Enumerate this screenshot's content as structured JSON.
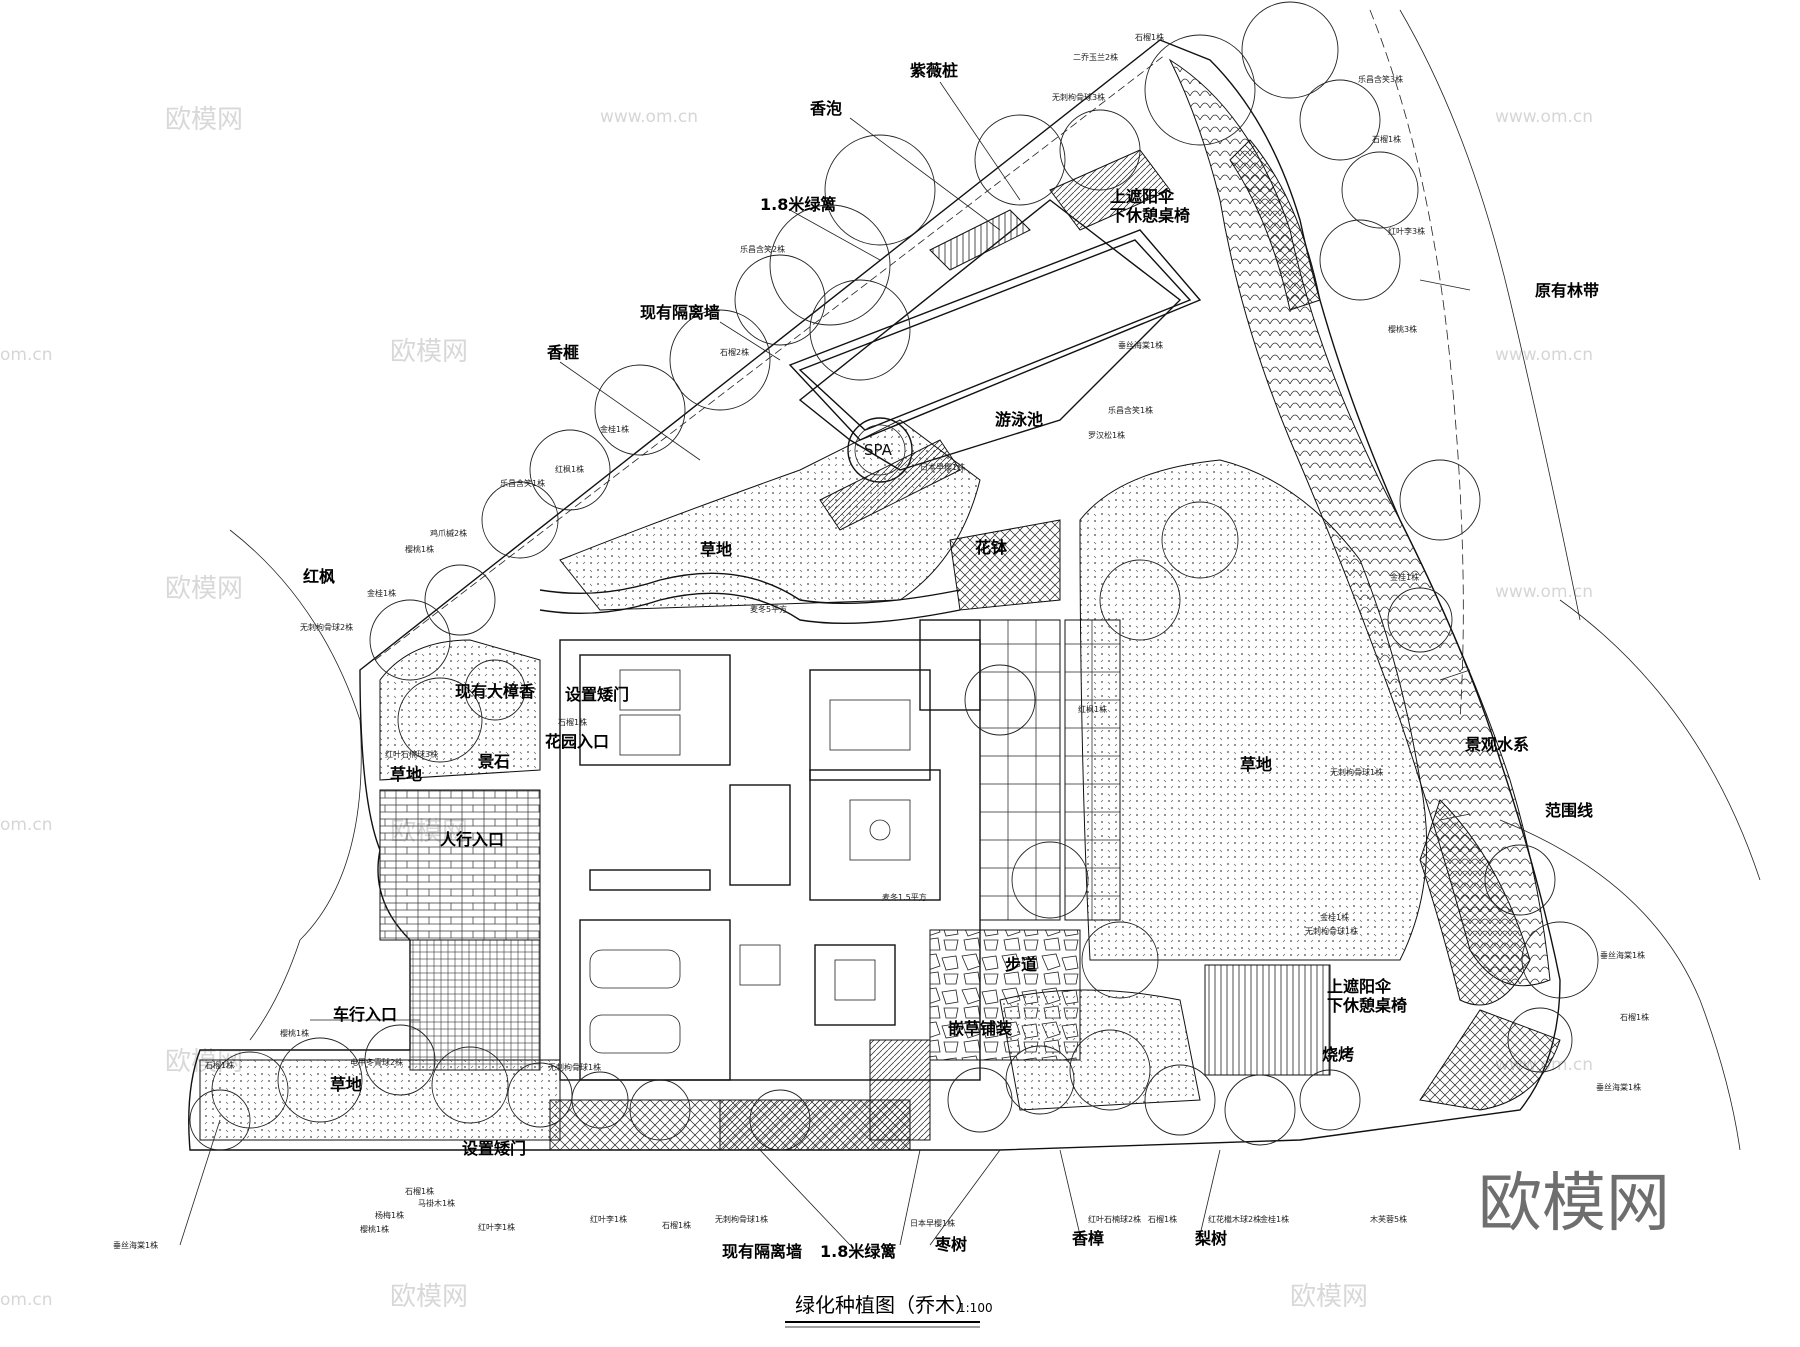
{
  "title": "绿化种植图（乔木）",
  "scale": "1:100",
  "watermark": {
    "big": "欧模网",
    "small": "欧模网",
    "url": "www.om.cn",
    "url_short": "om.cn"
  },
  "labels": {
    "purple_crape": "紫薇桩",
    "xiangpao": "香泡",
    "green_fence_top": "1.8米绿篱",
    "existing_wall_top": "现有隔离墙",
    "xiangfei": "香榧",
    "pool": "游泳池",
    "spa": "SPA",
    "lawn_top": "草地",
    "flowerpot": "花钵",
    "lawn_main": "草地",
    "lawn_left": "草地",
    "lawn_bottom": "草地",
    "red_maple": "红枫",
    "forest_belt": "原有林带",
    "landscape_water": "景观水系",
    "boundary": "范围线",
    "footpath_entry": "人行入口",
    "car_entry": "车行入口",
    "garden_entry": "花园入口",
    "gate_set": "设置矮门",
    "gate_set_bottom": "设置矮门",
    "rockery": "景石",
    "existing_tree": "现有大樟香",
    "umbrella": "上遮阳伞\n下休憩桌椅",
    "umbrella_top": "上遮阳伞\n下休憩桌椅",
    "bbq": "烧烤",
    "grass_paving": "嵌草铺装",
    "path": "步道",
    "existing_wall_bottom": "现有隔离墙",
    "green_fence_bottom": "1.8米绿篱",
    "jujube": "枣树",
    "camphor": "香樟",
    "pear": "梨树",
    "sod_top": "麦冬5平方",
    "sod_mid": "麦冬1.5平方"
  },
  "small_labels": {
    "top_right": [
      "石榴1株",
      "二乔玉兰2株",
      "乐昌含笑3株",
      "无刺枸骨球3株",
      "石榴1株",
      "红叶李3株",
      "樱桃3株"
    ],
    "top_left": [
      "乐昌含笑2株",
      "石榴2株",
      "金桂1株",
      "红枫1株",
      "乐昌含笑1株",
      "鸡爪槭2株",
      "樱桃1株",
      "金桂1株",
      "无刺枸骨球2株"
    ],
    "pool_side": [
      "垂丝海棠1株",
      "乐昌含笑1株",
      "罗汉松1株",
      "日本早樱1株",
      "红枫1株"
    ],
    "right_side": [
      "金桂1株",
      "无刺枸骨球1株",
      "金桂1株",
      "无刺枸骨球1株",
      "垂丝海棠1株",
      "石榴1株",
      "垂丝海棠1株"
    ],
    "bottom": [
      "垂丝海棠1株",
      "樱桃1株",
      "杨梅1株",
      "石榴1株",
      "马褂木1株",
      "红叶李1株",
      "红叶李1株",
      "石榴1株",
      "无刺枸骨球1株",
      "日本早樱1株",
      "红叶石楠球2株",
      "石榴1株",
      "红花檵木球2株",
      "金桂1株",
      "木芙蓉5株"
    ],
    "lower_left": [
      "樱桃1株",
      "石榴1株",
      "红叶石楠球3株",
      "石榴1株",
      "电甲冬青球2株",
      "无刺枸骨球1株"
    ]
  }
}
